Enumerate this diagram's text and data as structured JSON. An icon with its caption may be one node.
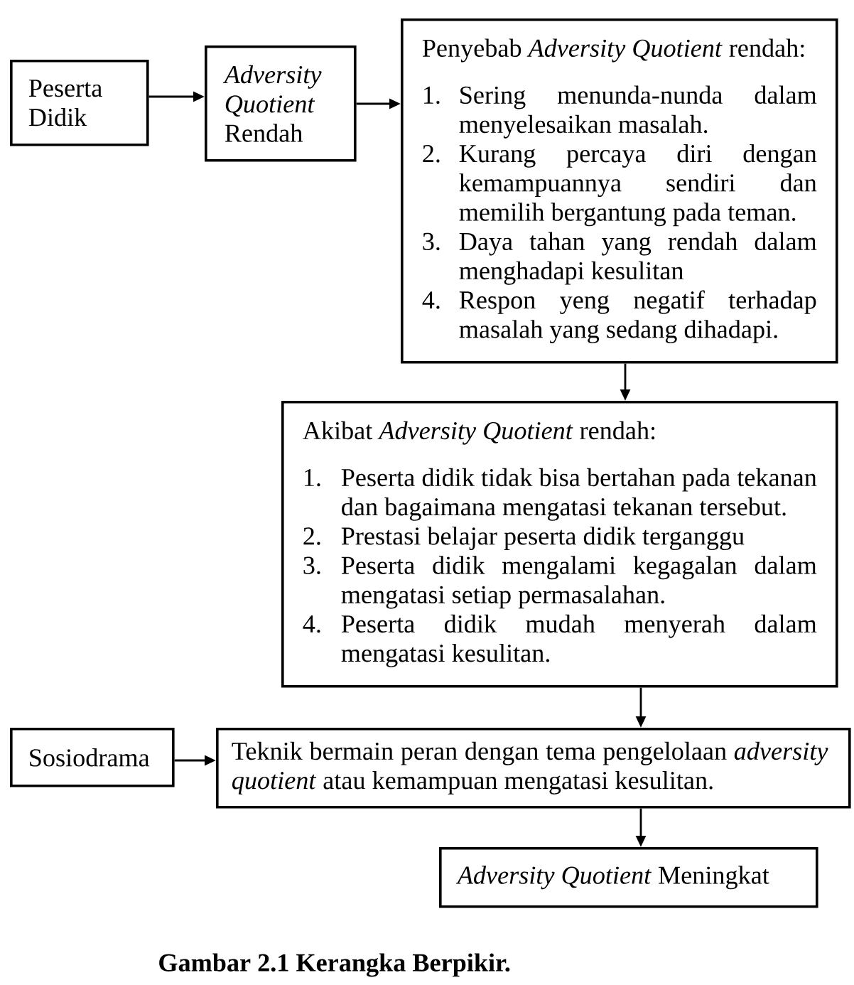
{
  "diagram": {
    "caption": "Gambar 2.1 Kerangka Berpikir.",
    "nodes": [
      {
        "text": [
          "Peserta Didik"
        ]
      },
      {
        "text": [
          "*Adversity Quotient* Rendah"
        ]
      },
      {
        "text": [
          "Penyebab *Adversity Quotient* rendah:",
          "1. Sering menunda-nunda dalam menyelesaikan masalah.",
          "2. Kurang percaya diri dengan kemampuannya sendiri dan memilih bergantung pada teman.",
          "3. Daya tahan yang rendah dalam menghadapi kesulitan",
          "4. Respon yeng negatif terhadap masalah yang sedang dihadapi."
        ]
      },
      {
        "text": [
          "Akibat *Adversity Quotient* rendah:",
          "1. Peserta didik tidak bisa bertahan pada tekanan dan bagaimana mengatasi tekanan tersebut.",
          "2. Prestasi belajar peserta didik terganggu",
          "3. Peserta didik mengalami kegagalan dalam mengatasi setiap permasalahan.",
          "4. Peserta didik mudah menyerah dalam mengatasi kesulitan."
        ]
      },
      {
        "text": [
          "Sosiodrama"
        ]
      },
      {
        "text": [
          "Teknik bermain peran dengan tema pengelolaan *adversity quotient* atau kemampuan mengatasi kesulitan."
        ]
      },
      {
        "text": [
          "*Adversity Quotient* Meningkat"
        ]
      }
    ],
    "edges": [
      {
        "from": 0,
        "to": 1,
        "arrow": "to"
      },
      {
        "from": 1,
        "to": 2,
        "arrow": "to"
      },
      {
        "from": 2,
        "to": 3,
        "arrow": "to"
      },
      {
        "from": 3,
        "to": 5,
        "arrow": "to"
      },
      {
        "from": 4,
        "to": 5,
        "arrow": "to"
      },
      {
        "from": 5,
        "to": 6,
        "arrow": "to"
      }
    ]
  }
}
